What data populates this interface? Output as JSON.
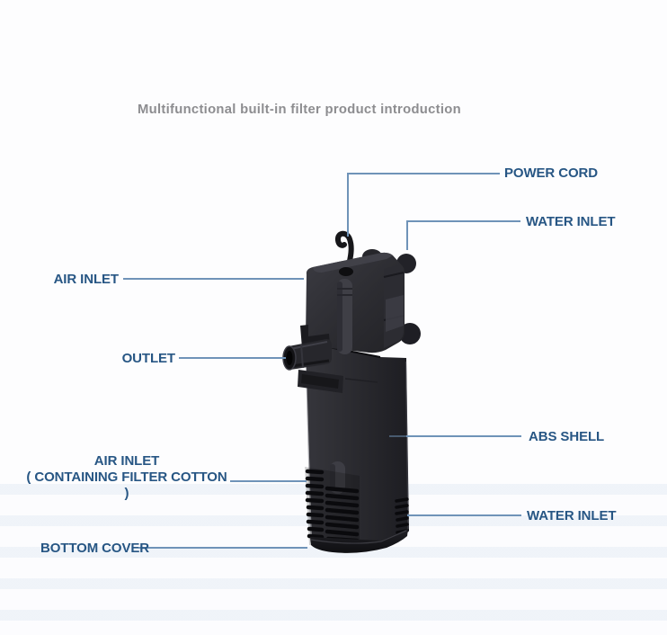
{
  "title": "Multifunctional built-in filter product introduction",
  "callouts": {
    "power_cord": "POWER CORD",
    "water_inlet_top": "WATER INLET",
    "air_inlet": "AIR INLET",
    "outlet": "OUTLET",
    "abs_shell": "ABS SHELL",
    "air_inlet_filter_line1": "AIR INLET",
    "air_inlet_filter_line2": "( CONTAINING FILTER COTTON )",
    "water_inlet_bottom": "WATER INLET",
    "bottom_cover": "BOTTOM COVER"
  },
  "colors": {
    "label_text": "#275684",
    "leader_line": "#6f93b8",
    "title_text": "#8d8d90",
    "device_shell": "#2a2a2f",
    "background": "#fdfdfe"
  }
}
